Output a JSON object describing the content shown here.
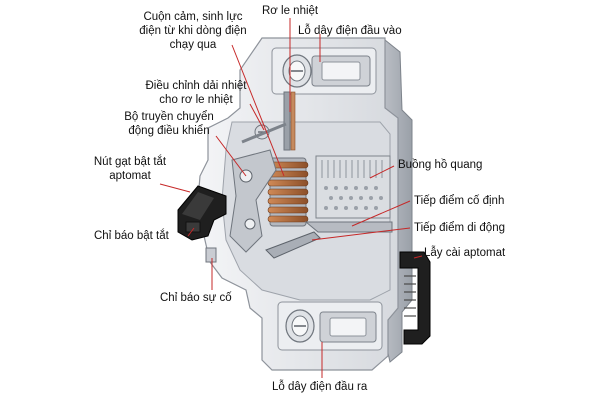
{
  "diagram": {
    "colors": {
      "leader": "#c62828",
      "label_text": "#111111",
      "body_light": "#e8e9ec",
      "body_mid": "#c9ccd2",
      "body_dark": "#8e939b",
      "spring_copper": "#b06a3c",
      "handle": "#1c1c1c",
      "chamber_hatch": "#bfc3c9"
    },
    "labels": {
      "coil": [
        "Cuộn cảm, sinh lực",
        "điện từ khi dòng điện",
        "chạy qua"
      ],
      "thermal_relay": "Rơ le nhiệt",
      "input_terminal": "Lỗ dây điện đầu vào",
      "thermal_adjust": [
        "Điều chỉnh dải nhiệt",
        "cho rơ le nhiệt"
      ],
      "trip_mechanism": [
        "Bộ truyền chuyển",
        "động điều khiển"
      ],
      "toggle": [
        "Nút gạt bật tắt",
        "aptomat"
      ],
      "arc_chamber": "Buồng hồ quang",
      "fixed_contact": "Tiếp điểm cố định",
      "on_off_indicator": "Chỉ báo bật tắt",
      "moving_contact": "Tiếp điểm di động",
      "mount_latch": "Lẫy cài aptomat",
      "fault_indicator": "Chỉ báo sự cố",
      "output_terminal": "Lỗ dây điện đầu ra"
    }
  }
}
